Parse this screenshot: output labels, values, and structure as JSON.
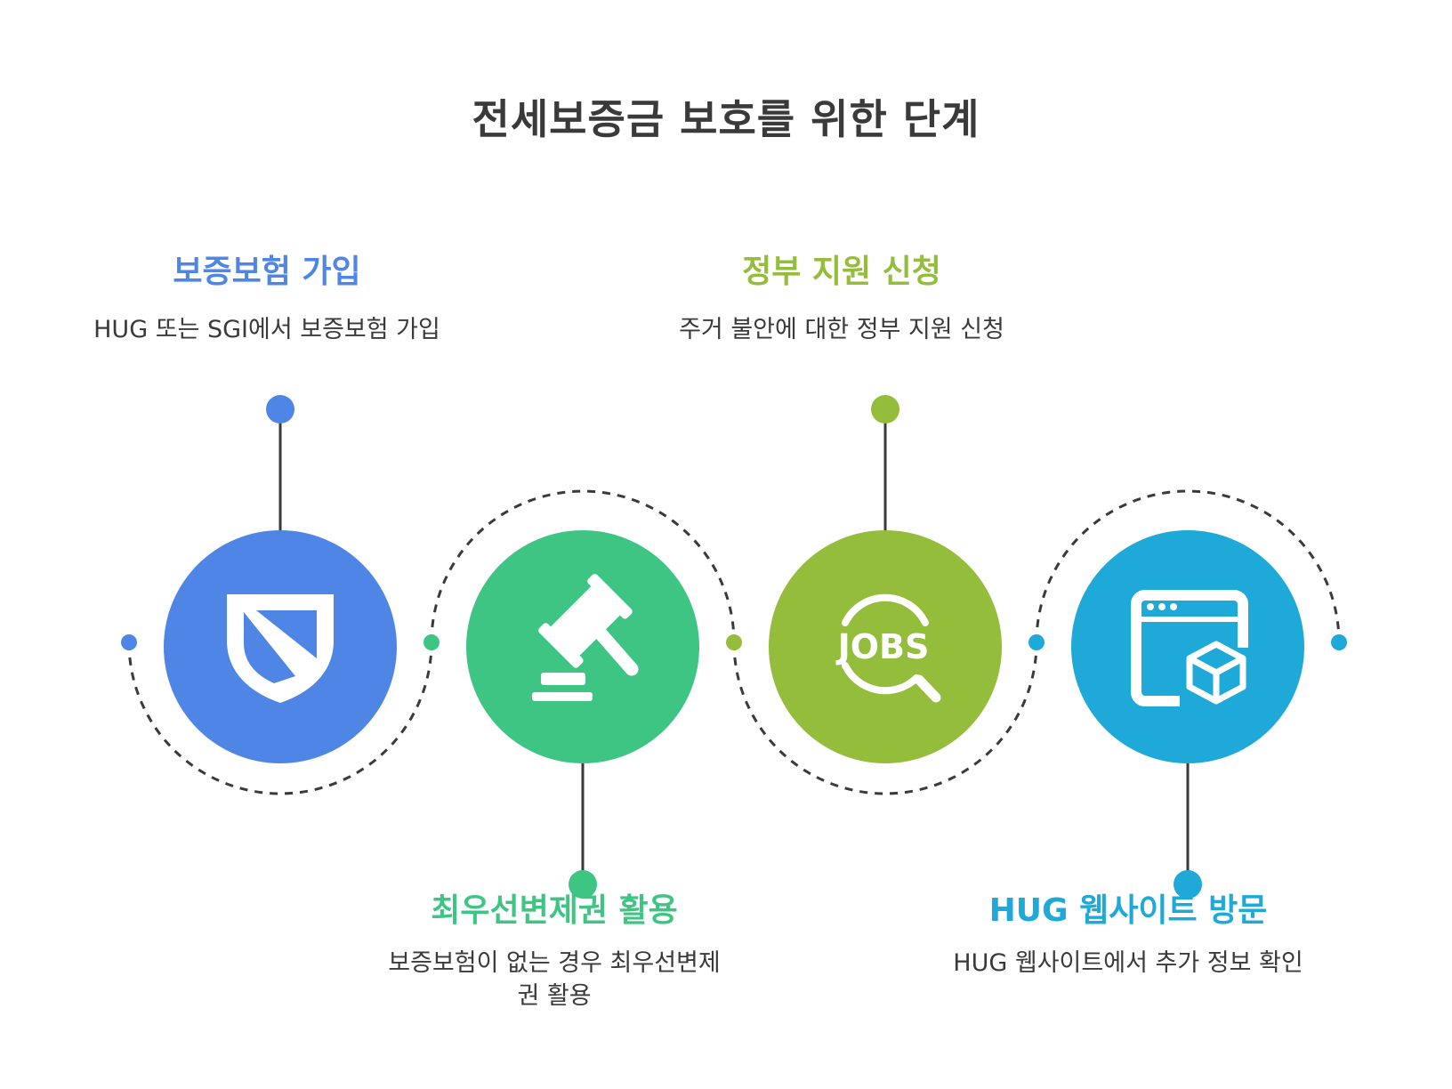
{
  "title": "전세보증금 보호를 위한 단계",
  "colors": {
    "step1": "#4f86e6",
    "step2": "#3ec584",
    "step3": "#93bd3b",
    "step4": "#1fa9d8",
    "text": "#3a3a3a",
    "line": "#3a3a3a"
  },
  "steps": [
    {
      "title": "보증보험 가입",
      "description": "HUG 또는 SGI에서 보증보험 가입",
      "icon": "shield-icon",
      "label_position": "top"
    },
    {
      "title": "최우선변제권 활용",
      "description_line1": "보증보험이 없는 경우 최우선변제",
      "description_line2": "권 활용",
      "icon": "gavel-icon",
      "label_position": "bottom"
    },
    {
      "title": "정부 지원 신청",
      "description": "주거 불안에 대한 정부 지원 신청",
      "icon": "jobs-search-icon",
      "icon_text": "JOBS",
      "label_position": "top"
    },
    {
      "title": "HUG 웹사이트 방문",
      "description": "HUG 웹사이트에서 추가 정보 확인",
      "icon": "browser-box-icon",
      "label_position": "bottom"
    }
  ]
}
